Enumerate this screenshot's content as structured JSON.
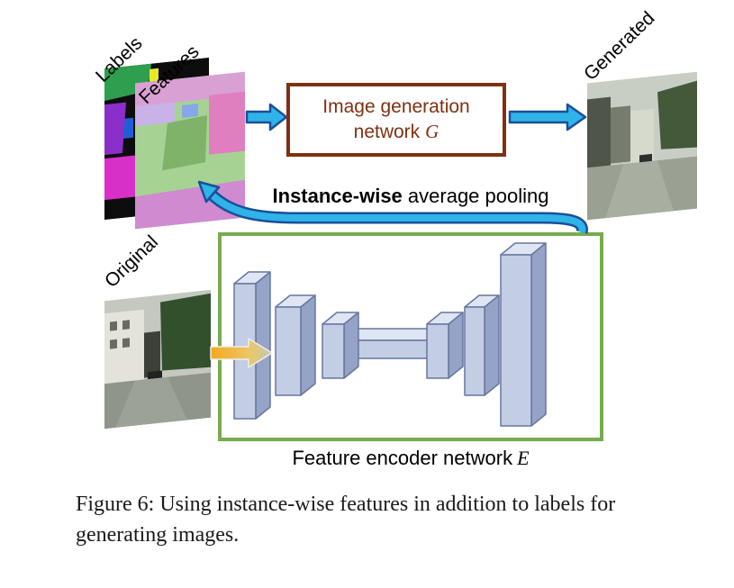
{
  "figure_caption": "Figure 6: Using instance-wise features in addition to labels for generating images.",
  "diagram": {
    "image_labels": {
      "labels": "Labels",
      "features": "Features",
      "generated": "Generated",
      "original": "Original"
    },
    "generator_box": {
      "label": "Image generation network",
      "symbol": "G"
    },
    "pooling_label": {
      "emphasis": "Instance-wise",
      "rest": " average pooling"
    },
    "encoder_label": {
      "label": "Feature encoder network",
      "symbol": "E"
    },
    "colors": {
      "flow_arrow_fill": "#2fb3e8",
      "flow_arrow_outline": "#1a4e9b",
      "generator_box_border": "#803010",
      "encoder_box_border": "#77ab4f",
      "encoder_input_arrow": "#f6a81c",
      "network_block_fill": "#c3cde4"
    }
  }
}
